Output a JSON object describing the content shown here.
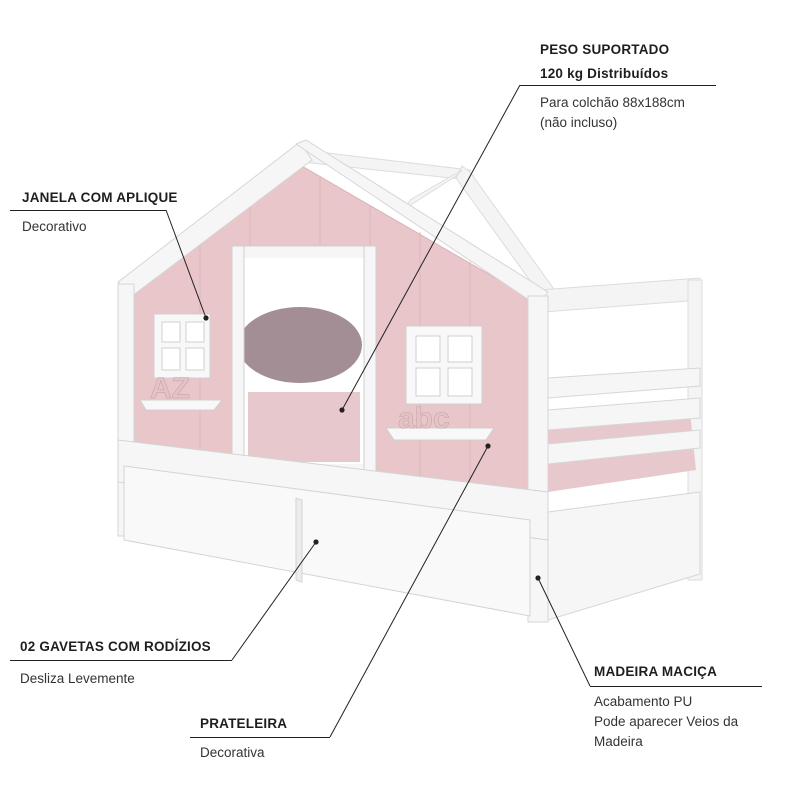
{
  "callouts": {
    "peso": {
      "title1": "PESO SUPORTADO",
      "title2": "120 kg Distribuídos",
      "line1": "Para colchão 88x188cm",
      "line2": "(não incluso)"
    },
    "janela": {
      "title": "JANELA COM APLIQUE",
      "sub": "Decorativo"
    },
    "gavetas": {
      "title": "02 GAVETAS COM RODÍZIOS",
      "sub": "Desliza Levemente"
    },
    "prateleira": {
      "title": "PRATELEIRA",
      "sub": "Decorativa"
    },
    "madeira": {
      "title": "MADEIRA MACIÇA",
      "line1": "Acabamento PU",
      "line2": "Pode aparecer Veios da",
      "line3": "Madeira"
    }
  },
  "decor": {
    "letters_az": "AZ",
    "letters_abc": "abc"
  },
  "colors": {
    "frame": "#f3f3f4",
    "pink": "#e8c6c9",
    "mattress": "#e7c9cd",
    "pillow": "#a48e95",
    "ink": "#222222"
  }
}
